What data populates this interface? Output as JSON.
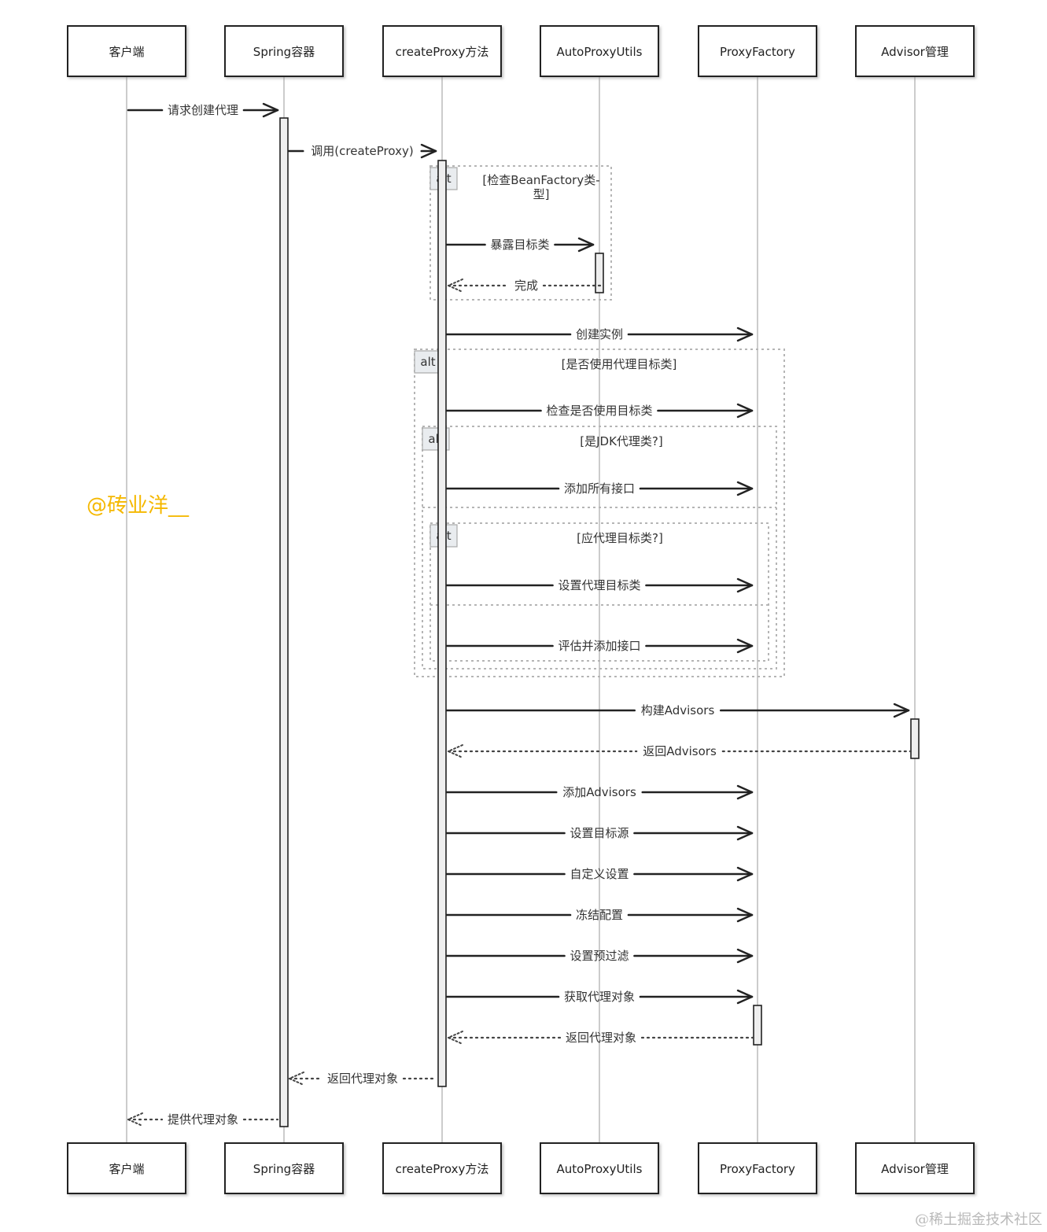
{
  "participants": [
    {
      "id": "client",
      "label": "客户端"
    },
    {
      "id": "spring",
      "label": "Spring容器"
    },
    {
      "id": "createProxy",
      "label": "createProxy方法"
    },
    {
      "id": "autoProxyUtils",
      "label": "AutoProxyUtils"
    },
    {
      "id": "proxyFactory",
      "label": "ProxyFactory"
    },
    {
      "id": "advisorMgr",
      "label": "Advisor管理"
    }
  ],
  "messages": [
    {
      "from": "client",
      "to": "spring",
      "label": "请求创建代理",
      "style": "solid"
    },
    {
      "from": "spring",
      "to": "createProxy",
      "label": "调用(createProxy)",
      "style": "solid"
    },
    {
      "from": "createProxy",
      "to": "autoProxyUtils",
      "label": "暴露目标类",
      "style": "solid"
    },
    {
      "from": "autoProxyUtils",
      "to": "createProxy",
      "label": "完成",
      "style": "dotted"
    },
    {
      "from": "createProxy",
      "to": "proxyFactory",
      "label": "创建实例",
      "style": "solid"
    },
    {
      "from": "createProxy",
      "to": "proxyFactory",
      "label": "检查是否使用目标类",
      "style": "solid"
    },
    {
      "from": "createProxy",
      "to": "proxyFactory",
      "label": "添加所有接口",
      "style": "solid"
    },
    {
      "from": "createProxy",
      "to": "proxyFactory",
      "label": "设置代理目标类",
      "style": "solid"
    },
    {
      "from": "createProxy",
      "to": "proxyFactory",
      "label": "评估并添加接口",
      "style": "solid"
    },
    {
      "from": "createProxy",
      "to": "advisorMgr",
      "label": "构建Advisors",
      "style": "solid"
    },
    {
      "from": "advisorMgr",
      "to": "createProxy",
      "label": "返回Advisors",
      "style": "dotted"
    },
    {
      "from": "createProxy",
      "to": "proxyFactory",
      "label": "添加Advisors",
      "style": "solid"
    },
    {
      "from": "createProxy",
      "to": "proxyFactory",
      "label": "设置目标源",
      "style": "solid"
    },
    {
      "from": "createProxy",
      "to": "proxyFactory",
      "label": "自定义设置",
      "style": "solid"
    },
    {
      "from": "createProxy",
      "to": "proxyFactory",
      "label": "冻结配置",
      "style": "solid"
    },
    {
      "from": "createProxy",
      "to": "proxyFactory",
      "label": "设置预过滤",
      "style": "solid"
    },
    {
      "from": "createProxy",
      "to": "proxyFactory",
      "label": "获取代理对象",
      "style": "solid"
    },
    {
      "from": "proxyFactory",
      "to": "createProxy",
      "label": "返回代理对象",
      "style": "dotted"
    },
    {
      "from": "createProxy",
      "to": "spring",
      "label": "返回代理对象",
      "style": "dotted"
    },
    {
      "from": "spring",
      "to": "client",
      "label": "提供代理对象",
      "style": "dotted"
    }
  ],
  "fragments": [
    {
      "operator": "alt",
      "guard": [
        "[检查BeanFactory类-",
        "型]"
      ]
    },
    {
      "operator": "alt",
      "guard": [
        "[是否使用代理目标类]"
      ]
    },
    {
      "operator": "alt",
      "guard": [
        "[是JDK代理类?]"
      ]
    },
    {
      "operator": "alt",
      "guard": [
        "[应代理目标类?]"
      ]
    }
  ],
  "watermark": "@砖业洋__",
  "footer": "@稀土掘金技术社区"
}
